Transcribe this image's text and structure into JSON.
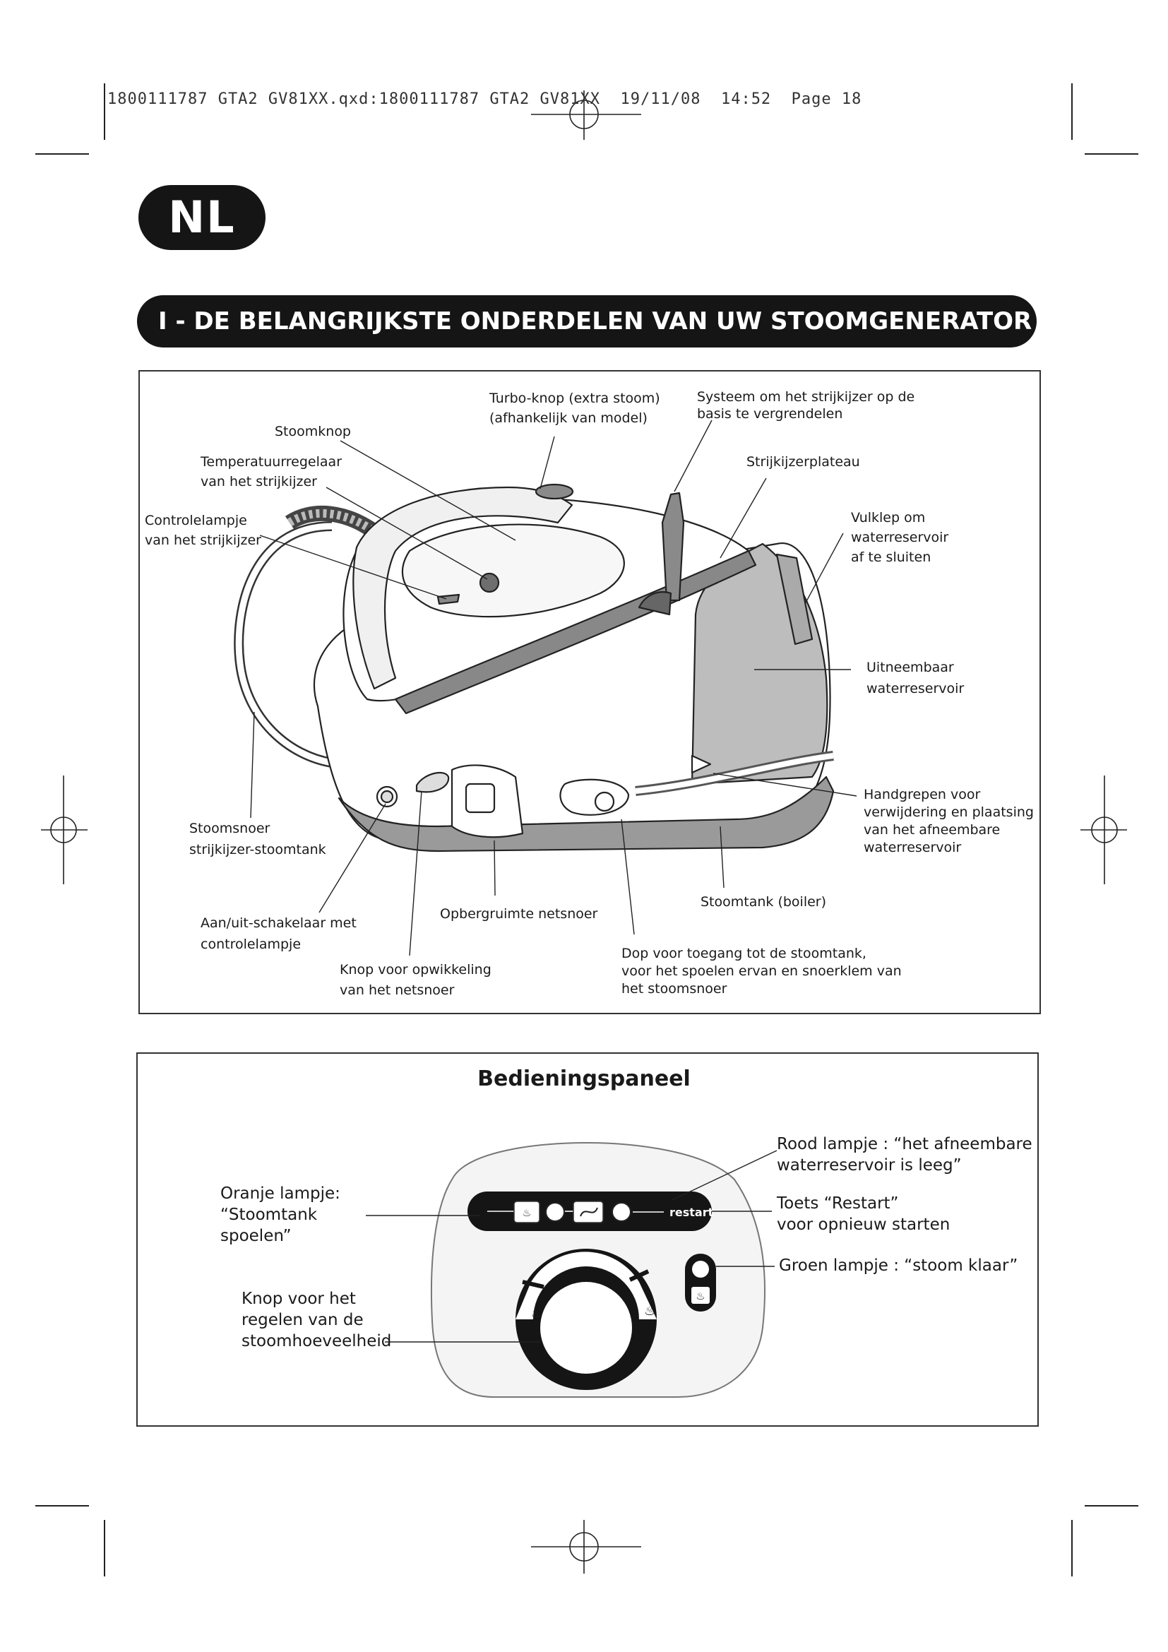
{
  "header": {
    "slug": "1800111787 GTA2 GV81XX.qxd:1800111787 GTA2 GV81XX  19/11/08  14:52  Page 18",
    "language": "NL"
  },
  "section": {
    "title": "I - DE BELANGRIJKSTE ONDERDELEN VAN UW STOOMGENERATOR"
  },
  "diagram": {
    "labels": {
      "turbo": [
        "Turbo-knop (extra stoom)",
        "(afhankelijk van model)"
      ],
      "lock": [
        "Systeem om het strijkijzer op de",
        "basis te vergrendelen"
      ],
      "steam_button": [
        "Stoomknop"
      ],
      "temperature": [
        "Temperatuurregelaar",
        "van het strijkijzer"
      ],
      "soleplate": [
        "Strijkijzerplateau"
      ],
      "indicator": [
        "Controlelampje",
        "van het strijkijzer"
      ],
      "filler_cap": [
        "Vulklep om",
        "waterreservoir",
        "af te sluiten"
      ],
      "reservoir": [
        "Uitneembaar",
        "waterreservoir"
      ],
      "handles": [
        "Handgrepen voor",
        "verwijdering en plaatsing",
        "van het afneembare",
        "waterreservoir"
      ],
      "steam_cord": [
        "Stoomsnoer",
        "strijkijzer-stoomtank"
      ],
      "boiler": [
        "Stoomtank (boiler)"
      ],
      "onoff": [
        "Aan/uit-schakelaar met",
        "controlelampje"
      ],
      "cord_storage": [
        "Opbergruimte netsnoer"
      ],
      "cap": [
        "Dop voor toegang tot de stoomtank,",
        "voor het spoelen ervan en snoerklem van",
        "het stoomsnoer"
      ],
      "cord_winder": [
        "Knop voor opwikkeling",
        "van het netsnoer"
      ]
    }
  },
  "panel": {
    "title": "Bedieningspaneel",
    "button_label": "restart",
    "labels": {
      "red_lamp": [
        "Rood lampje : “het afneembare",
        "waterreservoir is leeg”"
      ],
      "orange_lamp": [
        "Oranje lampje:",
        "“Stoomtank",
        "spoelen”"
      ],
      "restart": [
        "Toets “Restart”",
        "voor opnieuw starten"
      ],
      "green_lamp": [
        "Groen lampje : “stoom klaar”"
      ],
      "steam_knob": [
        "Knop voor het",
        "regelen van de",
        "stoomhoeveelheid"
      ]
    }
  },
  "colors": {
    "ink": "#151515",
    "reservoir_fill": "#bdbdbd",
    "base_band": "#9a9a9a",
    "panel_fill": "#f4f4f4"
  }
}
